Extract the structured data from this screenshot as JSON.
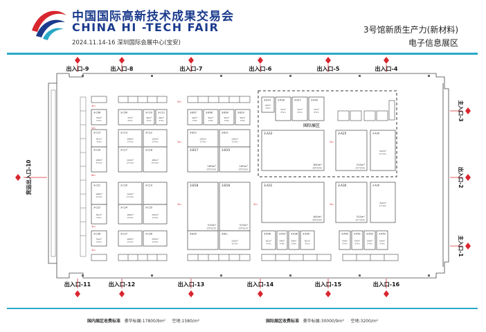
{
  "header": {
    "logo_cn": "中国国际高新技术成果交易会",
    "logo_en": "CHINA HI -TECH FAIR",
    "date_venue": "2024.11.14-16 深圳国际会展中心(宝安)",
    "hall_title": "3号馆新质生产力(新材料)",
    "hall_subtitle": "电子信息展区"
  },
  "colors": {
    "brand_blue": "#1a3a8c",
    "accent_cyan": "#2aa8c7",
    "exit_red": "#d8262f",
    "booth_line": "#444444"
  },
  "exits": {
    "top": [
      "出入口-9",
      "出入口-8",
      "出入口-7",
      "出入口-6",
      "出入口-5",
      "出入口-4"
    ],
    "bottom": [
      "出入口-11",
      "出入口-12",
      "出入口-13",
      "出入口-14",
      "出入口-15",
      "出入口-16"
    ],
    "right": [
      "主入口-3",
      "出入口-2",
      "主入口-1"
    ],
    "left": "货运出入口-10"
  },
  "zone_label": "国际展区",
  "booths": {
    "c08": {
      "id": "3-C08",
      "area": "54m²",
      "size": "6*9m"
    },
    "c09": {
      "id": "3-C09",
      "area": "72m²",
      "size": "8*9m"
    },
    "c10": {
      "id": "3-C10",
      "area": "36m²",
      "size": "4*9m"
    },
    "c11": {
      "id": "3-C11",
      "area": "36m²",
      "size": "4*9m"
    },
    "b07": {
      "id": "3-B07",
      "area": "54m²",
      "size": "6*9m"
    },
    "b08": {
      "id": "3-B08",
      "area": "54m²",
      "size": "6*9m"
    },
    "b09": {
      "id": "3-B09",
      "area": "54m²",
      "size": "6*9m"
    },
    "b10": {
      "id": "3-B10",
      "area": "54m²",
      "size": "6*9m"
    },
    "a19": {
      "id": "3-A19",
      "area": "36m²",
      "size": "4*9m"
    },
    "a18": {
      "id": "3-A18",
      "area": "72m²",
      "size": "8*9m"
    },
    "a17": {
      "id": "3-A17",
      "area": "72m²",
      "size": "8*9m"
    },
    "a16": {
      "id": "3-A16",
      "area": "72m²",
      "size": "8*9m"
    },
    "c15": {
      "id": "3-C15",
      "area": "81m²",
      "size": "9*9m"
    },
    "c13": {
      "id": "3-C13",
      "area": "108m²",
      "size": "12*9m"
    },
    "c12": {
      "id": "3-C12",
      "area": "135m²",
      "size": "15*9m"
    },
    "b12": {
      "id": "3-B12",
      "area": "135m²",
      "size": "15*9m"
    },
    "b11": {
      "id": "3-B11",
      "area": "135m²",
      "size": "15*9m"
    },
    "c16": {
      "id": "3-C16",
      "area": "108m²",
      "size": "9*12m"
    },
    "c17": {
      "id": "3-C17",
      "area": "144m²",
      "size": "12*12m"
    },
    "c18": {
      "id": "3-C18",
      "area": "180m²",
      "size": "15*12m"
    },
    "b17": {
      "id": "3-B17",
      "area": "180m²",
      "size": "15*12m"
    },
    "b15": {
      "id": "3-B15",
      "area": "180m²",
      "size": "15*12m"
    },
    "a33": {
      "id": "3-A33",
      "area": "600m²",
      "size": "30*20m"
    },
    "a25": {
      "id": "3-A25",
      "area": "315m²",
      "size": "21*15m"
    },
    "a26": {
      "id": "3-A26",
      "area": "252m²",
      "size": "21*12m"
    },
    "c21": {
      "id": "3-C21",
      "area": "108m²",
      "size": "12*9m"
    },
    "c20": {
      "id": "3-C20",
      "area": "144m²",
      "size": "12*12m"
    },
    "c19": {
      "id": "3-C19",
      "area": "",
      "size": ""
    },
    "b18": {
      "id": "3-B18",
      "area": "315m²",
      "size": "15*21m"
    },
    "b16": {
      "id": "3-B16",
      "area": "315m²",
      "size": "15*21m"
    },
    "a31": {
      "id": "3-A31",
      "area": "600m²",
      "size": "30*20m"
    },
    "a30": {
      "id": "3-A30",
      "area": "315m²",
      "size": "21*15m"
    },
    "a28": {
      "id": "3-A28",
      "area": "252m²",
      "size": "21*12m"
    },
    "c22": {
      "id": "3-C22",
      "area": "81m²",
      "size": "9*9m"
    },
    "c24": {
      "id": "3-C24",
      "area": "108m²",
      "size": "12*9m"
    },
    "c25": {
      "id": "3-C25",
      "area": "135m²",
      "size": "15*9m"
    },
    "c28": {
      "id": "3-C28",
      "area": "54m²",
      "size": "6*9m"
    },
    "c27": {
      "id": "3-C27",
      "area": "108m²",
      "size": "12*9m"
    },
    "c26": {
      "id": "3-C26",
      "area": "135m²",
      "size": "15*9m"
    },
    "b20": {
      "id": "3-B20",
      "area": "",
      "size": ""
    },
    "b22": {
      "id": "3-B2..",
      "area": "135m²",
      "size": "15*9m"
    },
    "a36": {
      "id": "3-A36",
      "area": "81m²",
      "size": "9*9m"
    },
    "a37": {
      "id": "3-A37",
      "area": "54m²",
      "size": "6*9m"
    },
    "a38": {
      "id": "3-A38",
      "area": "54m²",
      "size": "6*9m"
    },
    "a39": {
      "id": "3-A39",
      "area": "81m²",
      "size": "9*9m"
    },
    "a50": {
      "id": "3-A50",
      "area": "54m²",
      "size": "6*9m"
    },
    "a51": {
      "id": "3-A51",
      "area": "54m²",
      "size": "6*9m"
    },
    "a52": {
      "id": "3-A52",
      "area": "54m²",
      "size": "6*9m"
    },
    "a53": {
      "id": "3-A53",
      "area": "54m²",
      "size": "6*9m"
    }
  },
  "footer": {
    "domestic_label": "国内展区收费标准",
    "domestic_luxury": "豪华标展:17800/9m²",
    "domestic_space": "空地:1580/m²",
    "intl_label": "国际展区收费标准",
    "intl_luxury": "豪华标展:30000/9m²",
    "intl_space": "空地:3200/m²"
  }
}
